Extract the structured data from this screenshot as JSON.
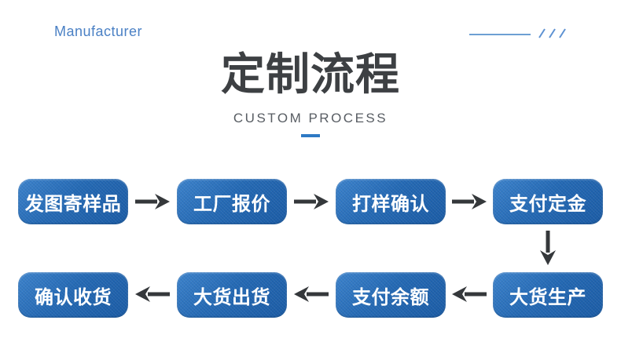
{
  "header": {
    "brand": "Manufacturer"
  },
  "hero": {
    "title": "定制流程",
    "subtitle": "CUSTOM PROCESS"
  },
  "flow": {
    "row1": [
      "发图寄样品",
      "工厂报价",
      "打样确认",
      "支付定金"
    ],
    "row2": [
      "确认收货",
      "大货出货",
      "支付余额",
      "大货生产"
    ]
  },
  "colors": {
    "brand_text": "#4b81c5",
    "title_text": "#3d4043",
    "subtitle_text": "#585d63",
    "accent_blue": "#2e79c4",
    "node_blue": "#2469b4",
    "node_text": "#ffffff",
    "arrow_dark": "#35383b",
    "deco_line_blue": "#6497d5"
  }
}
